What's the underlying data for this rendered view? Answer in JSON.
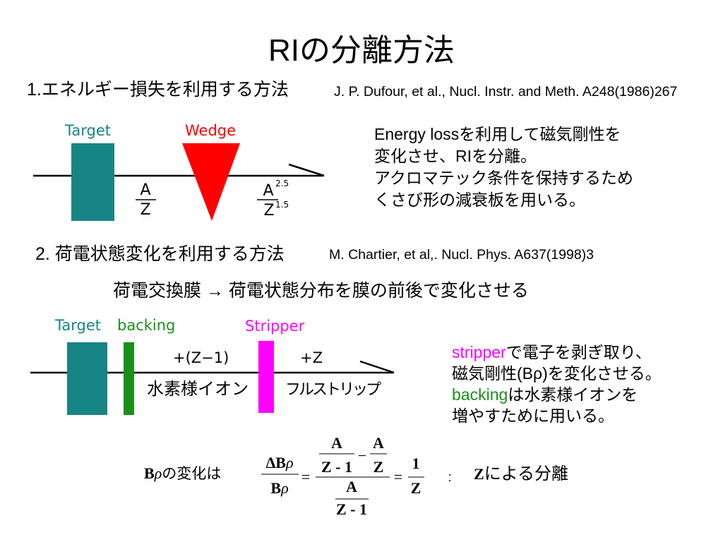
{
  "title": "RIの分離方法",
  "colors": {
    "target": "#178585",
    "wedge": "#ff0000",
    "backing": "#1a901a",
    "stripper": "#ff00ff"
  },
  "section1": {
    "heading": "1.エネルギー損失を利用する方法",
    "reference": "J. P. Dufour, et al., Nucl. Instr. and Meth. A248(1986)267",
    "diagram": {
      "target_label": "Target",
      "wedge_label": "Wedge",
      "ratio_before": {
        "num": "A",
        "den": "Z"
      },
      "ratio_after": {
        "num": "A",
        "num_exp": "2.5",
        "den": "Z",
        "den_exp": "1.5"
      }
    },
    "description": [
      "Energy lossを利用して磁気剛性を",
      "変化させ、RIを分離。",
      "アクロマテック条件を保持するため",
      "くさび形の減衰板を用いる。"
    ]
  },
  "section2": {
    "heading": "2. 荷電状態変化を利用する方法",
    "reference": "M. Chartier, et al,. Nucl. Phys. A637(1998)3",
    "subtitle": "荷電交換膜 → 荷電状態分布を膜の前後で変化させる",
    "diagram": {
      "target_label": "Target",
      "backing_label": "backing",
      "stripper_label": "Stripper",
      "charge_before": "+(Z−1)",
      "charge_after": "+Z",
      "ion_before": "水素様イオン",
      "ion_after": "フルストリップ"
    },
    "description": [
      {
        "highlight": "stripper",
        "text": "で電子を剥ぎ取り、"
      },
      {
        "text": "磁気剛性(Bρ)を変化させる。"
      },
      {
        "highlight": "backing",
        "text": "は水素様イオンを"
      },
      {
        "text": "増やすために用いる。"
      }
    ]
  },
  "formula": {
    "label": {
      "B": "B",
      "rho": "ρ",
      "text": "の変化は"
    },
    "ratio": {
      "num_main": "ΔB",
      "num_rho": "ρ",
      "den_main": "B",
      "den_rho": "ρ"
    },
    "equals_1": "=",
    "difference": {
      "term1_num": "A",
      "term1_den": "Z - 1",
      "minus": "−",
      "term2_num": "A",
      "term2_den": "Z",
      "den_num": "A",
      "den_den": "Z - 1"
    },
    "equals_2": "=",
    "result": {
      "num": "1",
      "den": "Z"
    },
    "separator": ":",
    "conclusion": {
      "Z": "Z",
      "text": "による分離"
    }
  }
}
